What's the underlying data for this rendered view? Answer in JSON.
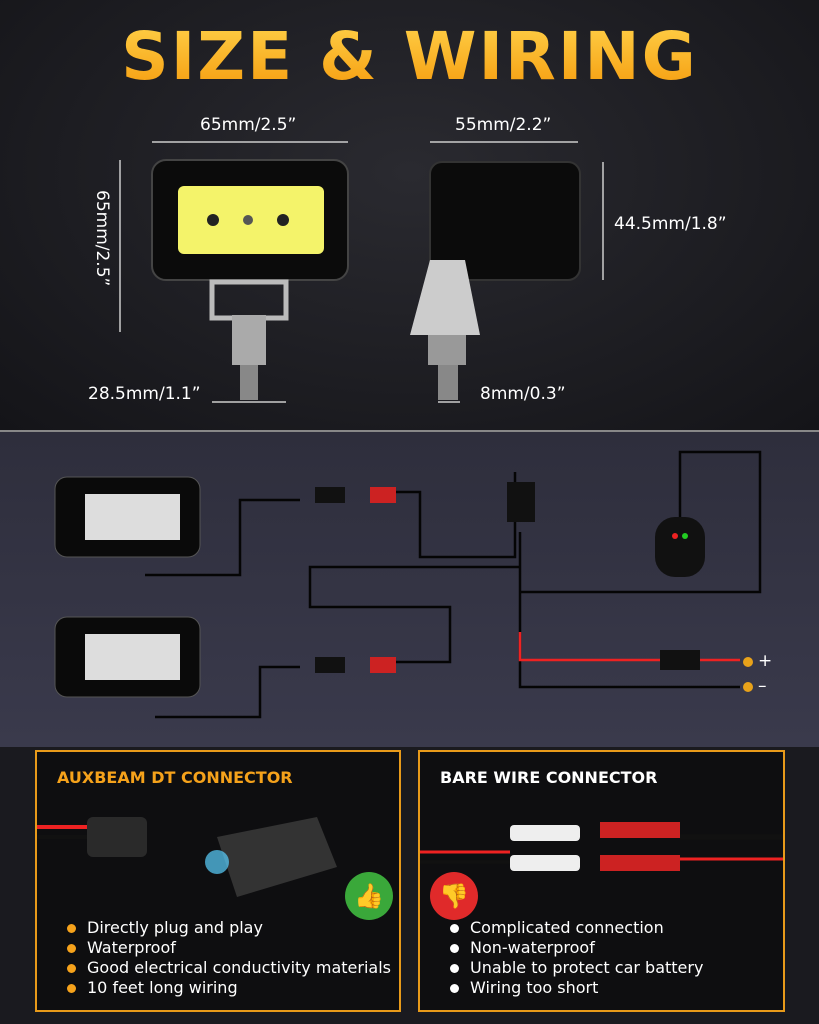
{
  "title": "SIZE & WIRING",
  "dimensions": {
    "front_width": "65mm/2.5”",
    "front_height": "65mm/2.5”",
    "bracket_width": "28.5mm/1.1”",
    "side_depth": "55mm/2.2”",
    "side_height": "44.5mm/1.8”",
    "bolt": "8mm/0.3”"
  },
  "wiring": {
    "plus": "+",
    "minus": "–"
  },
  "left_panel": {
    "title": "AUXBEAM DT CONNECTOR",
    "items": [
      "Directly plug and play",
      "Waterproof",
      "Good electrical conductivity materials",
      "10 feet long wiring"
    ],
    "accent": "#f5a21b"
  },
  "right_panel": {
    "title": "BARE WIRE CONNECTOR",
    "items": [
      "Complicated connection",
      "Non-waterproof",
      "Unable to protect car battery",
      "Wiring too short"
    ]
  }
}
